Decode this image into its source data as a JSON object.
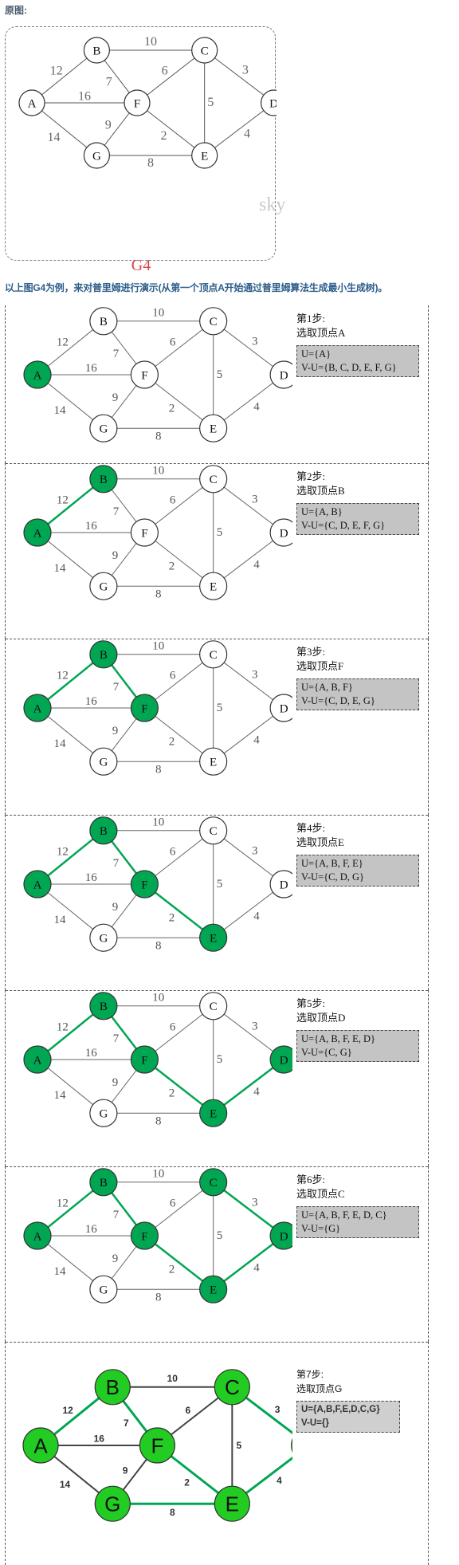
{
  "headings": {
    "original": "原图:",
    "intro": "以上图G4为例，来对普里姆进行演示(从第一个顶点A开始通过普里姆算法生成最小生成树)。"
  },
  "graph": {
    "name": "G4",
    "watermark": "sky",
    "vertices": [
      "A",
      "B",
      "C",
      "D",
      "E",
      "F",
      "G"
    ],
    "edges": [
      {
        "from": "A",
        "to": "B",
        "weight": "12"
      },
      {
        "from": "A",
        "to": "F",
        "weight": "16"
      },
      {
        "from": "A",
        "to": "G",
        "weight": "14"
      },
      {
        "from": "B",
        "to": "C",
        "weight": "10"
      },
      {
        "from": "B",
        "to": "F",
        "weight": "7"
      },
      {
        "from": "C",
        "to": "F",
        "weight": "6"
      },
      {
        "from": "C",
        "to": "E",
        "weight": "5"
      },
      {
        "from": "C",
        "to": "D",
        "weight": "3"
      },
      {
        "from": "D",
        "to": "E",
        "weight": "4"
      },
      {
        "from": "F",
        "to": "G",
        "weight": "9"
      },
      {
        "from": "F",
        "to": "E",
        "weight": "2"
      },
      {
        "from": "G",
        "to": "E",
        "weight": "8"
      }
    ]
  },
  "colors": {
    "selected": "#00a651",
    "final_selected": "#22cc22",
    "tree_edge": "#00a651",
    "title_red": "#d8434a",
    "set_box": "#c4c4c4"
  },
  "steps": [
    {
      "title": "第1步:",
      "desc": "选取顶点A",
      "u": "U={A}",
      "vu": "V-U={B, C, D, E, F, G}",
      "selected": [
        "A"
      ],
      "tree_edges": []
    },
    {
      "title": "第2步:",
      "desc": "选取顶点B",
      "u": "U={A, B}",
      "vu": "V-U={C, D, E, F, G}",
      "selected": [
        "A",
        "B"
      ],
      "tree_edges": [
        [
          "A",
          "B"
        ]
      ]
    },
    {
      "title": "第3步:",
      "desc": "选取顶点F",
      "u": "U={A, B, F}",
      "vu": "V-U={C, D, E, G}",
      "selected": [
        "A",
        "B",
        "F"
      ],
      "tree_edges": [
        [
          "A",
          "B"
        ],
        [
          "B",
          "F"
        ]
      ]
    },
    {
      "title": "第4步:",
      "desc": "选取顶点E",
      "u": "U={A, B, F, E}",
      "vu": "V-U={C, D, G}",
      "selected": [
        "A",
        "B",
        "F",
        "E"
      ],
      "tree_edges": [
        [
          "A",
          "B"
        ],
        [
          "B",
          "F"
        ],
        [
          "F",
          "E"
        ]
      ]
    },
    {
      "title": "第5步:",
      "desc": "选取顶点D",
      "u": "U={A, B, F, E, D}",
      "vu": "V-U={C, G}",
      "selected": [
        "A",
        "B",
        "F",
        "E",
        "D"
      ],
      "tree_edges": [
        [
          "A",
          "B"
        ],
        [
          "B",
          "F"
        ],
        [
          "F",
          "E"
        ],
        [
          "E",
          "D"
        ]
      ]
    },
    {
      "title": "第6步:",
      "desc": "选取顶点C",
      "u": "U={A, B, F, E, D, C}",
      "vu": "V-U={G}",
      "selected": [
        "A",
        "B",
        "F",
        "E",
        "D",
        "C"
      ],
      "tree_edges": [
        [
          "A",
          "B"
        ],
        [
          "B",
          "F"
        ],
        [
          "F",
          "E"
        ],
        [
          "E",
          "D"
        ],
        [
          "D",
          "C"
        ]
      ]
    },
    {
      "title": "第7步:",
      "desc": "选取顶点G",
      "u": "U={A,B,F,E,D,C,G}",
      "vu": "V-U={}",
      "selected": [
        "A",
        "B",
        "F",
        "E",
        "D",
        "C",
        "G"
      ],
      "tree_edges": [
        [
          "A",
          "B"
        ],
        [
          "B",
          "F"
        ],
        [
          "F",
          "E"
        ],
        [
          "E",
          "D"
        ],
        [
          "D",
          "C"
        ],
        [
          "E",
          "G"
        ]
      ]
    }
  ]
}
